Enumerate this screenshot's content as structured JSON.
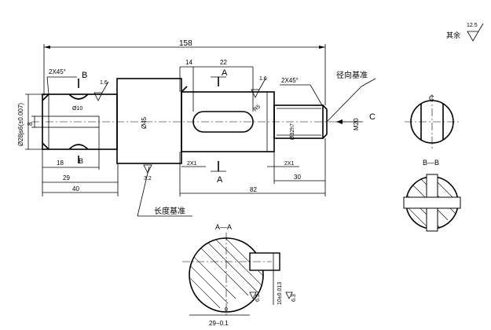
{
  "dimensions": {
    "total_length": "158",
    "left_diameter": "Ø28js6(±0.007)",
    "chamfer_left": "2X45°",
    "chamfer_right": "2X45°",
    "label_B_top": "B",
    "label_B_bottom": "B",
    "roughness_1": "1.6",
    "roughness_2": "1.6",
    "roughness_3": "3.2",
    "dia_10": "Ø10",
    "dim_8": "8",
    "dim_18": "18",
    "dim_29": "29",
    "dim_40": "40",
    "dia_45": "Ø45",
    "dim_14": "14",
    "dim_22": "22",
    "label_A_top": "A",
    "label_A_bottom": "A",
    "radius_r5": "R5",
    "undercut_left": "2X1",
    "undercut_right": "2X1",
    "dim_82": "82",
    "dim_30": "30",
    "dia_32h7": "Ø32h7",
    "thread_m20": "M20",
    "label_C": "C",
    "radial_datum": "径向基准",
    "length_datum": "长度基准",
    "rest_roughness_label": "其余",
    "rest_roughness_value": "12.5"
  },
  "sections": {
    "section_C_label": "C",
    "section_BB_label": "B—B",
    "section_AA_label": "A—A",
    "dim_29_01": "29−0.1",
    "dim_10_tol": "10±0.013",
    "roughness_63a": "6.3",
    "roughness_63b": "6.3",
    "dim_0": "0"
  },
  "colors": {
    "line": "#000000",
    "background": "#ffffff"
  }
}
